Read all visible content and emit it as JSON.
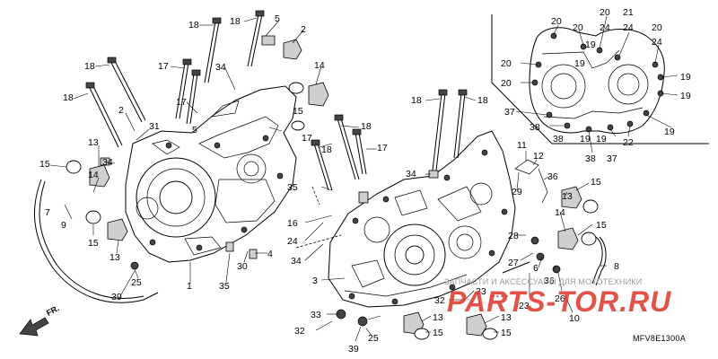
{
  "diagram": {
    "code": "MFV8E1300A",
    "direction_label": "FR.",
    "watermark": {
      "line1": "ЗАПЧАСТИ И АКСЕССУАРЫ ДЛЯ МОТОТЕХНИКИ",
      "logo": "PARTS-TOR.RU"
    }
  },
  "callouts": [
    {
      "id": "c18a",
      "text": "18"
    },
    {
      "id": "c18b",
      "text": "18"
    },
    {
      "id": "c5a",
      "text": "5"
    },
    {
      "id": "c2a",
      "text": "2"
    },
    {
      "id": "c18c",
      "text": "18"
    },
    {
      "id": "c17a",
      "text": "17"
    },
    {
      "id": "c34a",
      "text": "34"
    },
    {
      "id": "c14a",
      "text": "14"
    },
    {
      "id": "c18d",
      "text": "18"
    },
    {
      "id": "c17b",
      "text": "17"
    },
    {
      "id": "c2b",
      "text": "2"
    },
    {
      "id": "c31",
      "text": "31"
    },
    {
      "id": "c5b",
      "text": "5"
    },
    {
      "id": "c15a",
      "text": "15"
    },
    {
      "id": "c18e",
      "text": "18"
    },
    {
      "id": "c13a",
      "text": "13"
    },
    {
      "id": "c34b",
      "text": "34"
    },
    {
      "id": "c15b",
      "text": "15"
    },
    {
      "id": "c14b",
      "text": "14"
    },
    {
      "id": "c7",
      "text": "7"
    },
    {
      "id": "c9",
      "text": "9"
    },
    {
      "id": "c15c",
      "text": "15"
    },
    {
      "id": "c13b",
      "text": "13"
    },
    {
      "id": "c39a",
      "text": "39"
    },
    {
      "id": "c25a",
      "text": "25"
    },
    {
      "id": "c1",
      "text": "1"
    },
    {
      "id": "c35",
      "text": "35"
    },
    {
      "id": "c30",
      "text": "30"
    },
    {
      "id": "c4",
      "text": "4"
    },
    {
      "id": "c17c",
      "text": "17"
    },
    {
      "id": "c18f",
      "text": "18"
    },
    {
      "id": "c17d",
      "text": "17"
    },
    {
      "id": "c35b",
      "text": "35"
    },
    {
      "id": "c16",
      "text": "16"
    },
    {
      "id": "c24",
      "text": "24"
    },
    {
      "id": "c34c",
      "text": "34"
    },
    {
      "id": "c3",
      "text": "3"
    },
    {
      "id": "c18g",
      "text": "18"
    },
    {
      "id": "c18h",
      "text": "18"
    },
    {
      "id": "c34d",
      "text": "34"
    },
    {
      "id": "c11",
      "text": "11"
    },
    {
      "id": "c12",
      "text": "12"
    },
    {
      "id": "c36a",
      "text": "36"
    },
    {
      "id": "c29",
      "text": "29"
    },
    {
      "id": "c15d",
      "text": "15"
    },
    {
      "id": "c13c",
      "text": "13"
    },
    {
      "id": "c14c",
      "text": "14"
    },
    {
      "id": "c15e",
      "text": "15"
    },
    {
      "id": "c28",
      "text": "28"
    },
    {
      "id": "c27",
      "text": "27"
    },
    {
      "id": "c6",
      "text": "6"
    },
    {
      "id": "c36b",
      "text": "36"
    },
    {
      "id": "c26",
      "text": "26"
    },
    {
      "id": "c8",
      "text": "8"
    },
    {
      "id": "c23",
      "text": "23"
    },
    {
      "id": "c10",
      "text": "10"
    },
    {
      "id": "c33a",
      "text": "33"
    },
    {
      "id": "c32a",
      "text": "32"
    },
    {
      "id": "c33b",
      "text": "33"
    },
    {
      "id": "c32b",
      "text": "32"
    },
    {
      "id": "c39b",
      "text": "39"
    },
    {
      "id": "c25b",
      "text": "25"
    },
    {
      "id": "c13d",
      "text": "13"
    },
    {
      "id": "c15f",
      "text": "15"
    },
    {
      "id": "c13e",
      "text": "13"
    },
    {
      "id": "c15g",
      "text": "15"
    },
    {
      "id": "i20a",
      "text": "20"
    },
    {
      "id": "i20b",
      "text": "20"
    },
    {
      "id": "i20c",
      "text": "20"
    },
    {
      "id": "i21",
      "text": "21"
    },
    {
      "id": "i20d",
      "text": "20"
    },
    {
      "id": "i24a",
      "text": "24"
    },
    {
      "id": "i24b",
      "text": "24"
    },
    {
      "id": "i24c",
      "text": "24"
    },
    {
      "id": "i19a",
      "text": "19"
    },
    {
      "id": "i19b",
      "text": "19"
    },
    {
      "id": "i20e",
      "text": "20"
    },
    {
      "id": "i20f",
      "text": "20"
    },
    {
      "id": "i19c",
      "text": "19"
    },
    {
      "id": "i19d",
      "text": "19"
    },
    {
      "id": "i37a",
      "text": "37"
    },
    {
      "id": "i38a",
      "text": "38"
    },
    {
      "id": "i38b",
      "text": "38"
    },
    {
      "id": "i19e",
      "text": "19"
    },
    {
      "id": "i19f",
      "text": "19"
    },
    {
      "id": "i22",
      "text": "22"
    },
    {
      "id": "i19g",
      "text": "19"
    },
    {
      "id": "i38c",
      "text": "38"
    },
    {
      "id": "i37b",
      "text": "37"
    }
  ]
}
